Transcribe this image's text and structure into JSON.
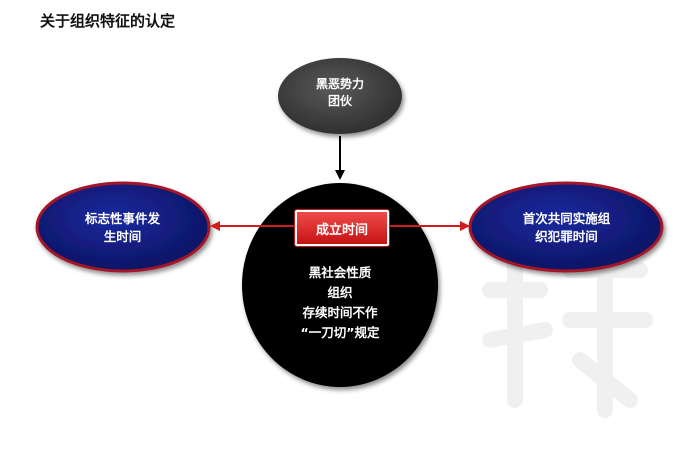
{
  "title": "关于组织特征的认定",
  "nodes": {
    "top": {
      "lines": [
        "黑恶势力",
        "团伙"
      ]
    },
    "left": {
      "lines": [
        "标志性事件发",
        "生时间"
      ]
    },
    "right": {
      "lines": [
        "首次共同实施组",
        "织犯罪时间"
      ]
    },
    "center": {
      "badge": "成立时间",
      "lines": [
        "黑社会性质",
        "组织",
        "存续时间不作",
        "“一刀切”规定"
      ]
    }
  },
  "colors": {
    "center_fill": "#050505",
    "top_fill": "#3c3c3c",
    "side_fill": "#0f1a7a",
    "side_border": "#a3172b",
    "arrow_red": "#d31b1b",
    "arrow_black": "#000000",
    "badge": "#e02626"
  }
}
